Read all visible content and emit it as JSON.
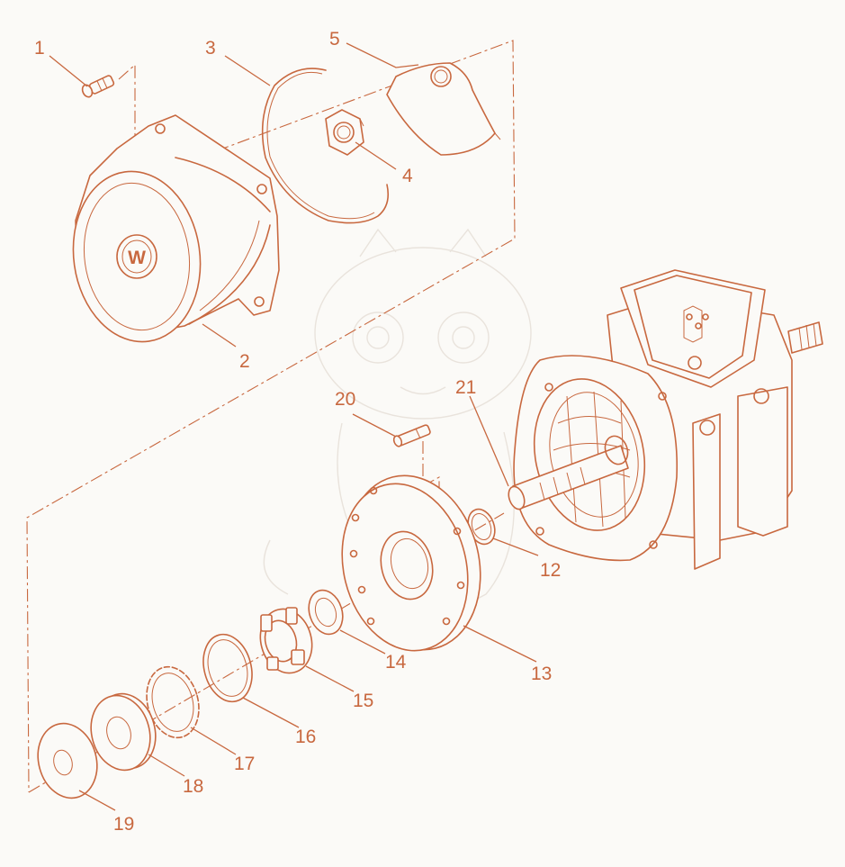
{
  "diagram": {
    "colors": {
      "line": "#c8683f",
      "background": "#fbfaf7",
      "watermark": "#e9e3dc"
    },
    "callouts": {
      "c1": "1",
      "c2": "2",
      "c3": "3",
      "c4": "4",
      "c5": "5",
      "c12": "12",
      "c13": "13",
      "c14": "14",
      "c15": "15",
      "c16": "16",
      "c17": "17",
      "c18": "18",
      "c19": "19",
      "c20": "20",
      "c21": "21"
    },
    "logo_letter": "W"
  }
}
